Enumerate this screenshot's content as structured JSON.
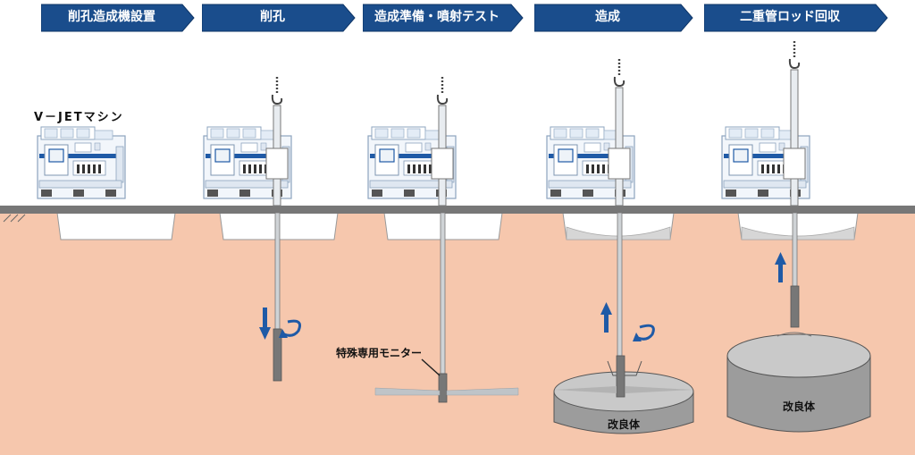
{
  "steps": [
    {
      "label": "削孔造成機設置"
    },
    {
      "label": "削孔"
    },
    {
      "label": "造成準備・噴射テスト"
    },
    {
      "label": "造成"
    },
    {
      "label": "二重管ロッド回収"
    }
  ],
  "labels": {
    "machine": "V－JETマシン",
    "monitor": "特殊専用モニター",
    "improved_body_1": "改良体",
    "improved_body_2": "改良体"
  },
  "colors": {
    "step_fill": "#1a4d8c",
    "soil": "#f6c7ad",
    "ground_band": "#777777",
    "arrow": "#1f5aa6",
    "column_fill": "#9c9c9c",
    "column_top": "#c9c9c9"
  }
}
